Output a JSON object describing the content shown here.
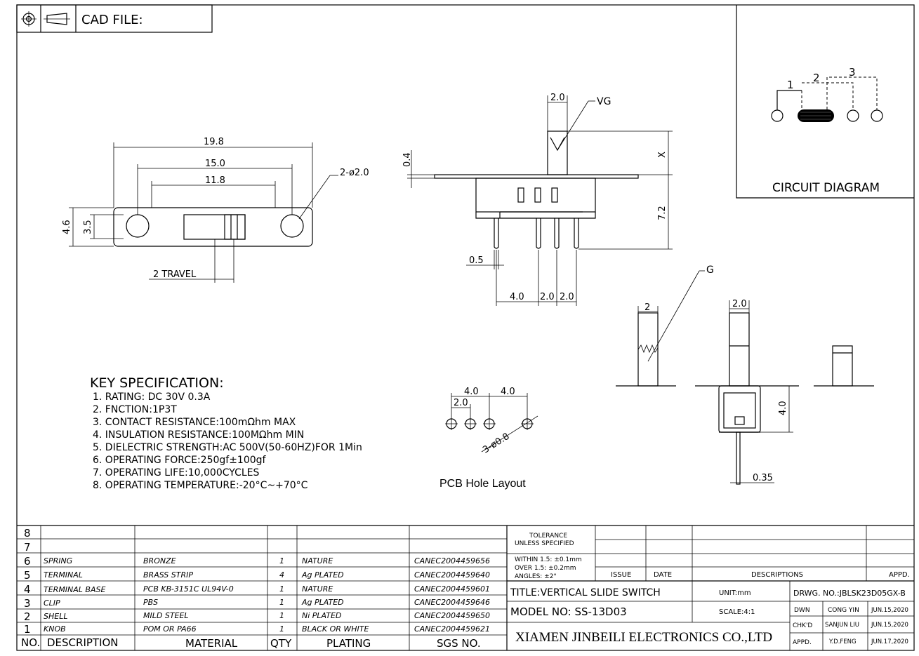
{
  "header": {
    "cad_label": "CAD FILE:"
  },
  "circuit": {
    "title": "CIRCUIT DIAGRAM",
    "pin1": "1",
    "pin2": "2",
    "pin3": "3"
  },
  "top_view": {
    "dim_overall": "19.8",
    "dim_holes": "15.0",
    "dim_slot": "11.8",
    "dim_height": "4.6",
    "dim_inner": "3.5",
    "dim_hole_dia": "2-ø2.0",
    "dim_travel": "2 TRAVEL"
  },
  "front_view": {
    "dim_knob": "2.0",
    "label_vg": "VG",
    "dim_flange": "0.4",
    "dim_x": "X",
    "dim_height": "7.2",
    "dim_pin": "0.5",
    "dim_p1": "4.0",
    "dim_p2": "2.0",
    "dim_p3": "2.0"
  },
  "side_view": {
    "label_g": "G",
    "dim_knob_w": "2",
    "dim_knob_top": "2.0",
    "dim_body": "4.0",
    "dim_pin": "0.35"
  },
  "pcb": {
    "dim_a": "4.0",
    "dim_b": "4.0",
    "dim_c": "2.0",
    "dim_holes": "3-ø0.8",
    "title": "PCB Hole Layout"
  },
  "spec": {
    "title": "KEY SPECIFICATION:",
    "items": [
      "1. RATING: DC 30V   0.3A",
      "2. FNCTION:1P3T",
      "3. CONTACT RESISTANCE:100mΩhm  MAX",
      "4. INSULATION RESISTANCE:100MΩhm  MIN",
      "5. DIELECTRIC STRENGTH:AC 500V(50-60HZ)FOR 1Min",
      "6. OPERATING FORCE:250gf±100gf",
      "7. OPERATING LIFE:10,000CYCLES",
      "8. OPERATING TEMPERATURE:-20°C~+70°C"
    ]
  },
  "bom": {
    "headers": {
      "no": "NO.",
      "desc": "DESCRIPTION",
      "mat": "MATERIAL",
      "qty": "QTY",
      "plating": "PLATING",
      "sgs": "SGS NO."
    },
    "rows": [
      {
        "no": "8",
        "desc": "",
        "mat": "",
        "qty": "",
        "plating": "",
        "sgs": ""
      },
      {
        "no": "7",
        "desc": "",
        "mat": "",
        "qty": "",
        "plating": "",
        "sgs": ""
      },
      {
        "no": "6",
        "desc": "SPRING",
        "mat": "BRONZE",
        "qty": "1",
        "plating": "NATURE",
        "sgs": "CANEC2004459656"
      },
      {
        "no": "5",
        "desc": "TERMINAL",
        "mat": "BRASS STRIP",
        "qty": "4",
        "plating": "Ag PLATED",
        "sgs": "CANEC2004459640"
      },
      {
        "no": "4",
        "desc": "TERMINAL BASE",
        "mat": "PCB KB-3151C UL94V-0",
        "qty": "1",
        "plating": "NATURE",
        "sgs": "CANEC2004459601"
      },
      {
        "no": "3",
        "desc": "CLIP",
        "mat": "PBS",
        "qty": "1",
        "plating": "Ag PLATED",
        "sgs": "CANEC2004459646"
      },
      {
        "no": "2",
        "desc": "SHELL",
        "mat": "MILD STEEL",
        "qty": "1",
        "plating": "Ni PLATED",
        "sgs": "CANEC2004459650"
      },
      {
        "no": "1",
        "desc": "KNOB",
        "mat": "POM OR PA66",
        "qty": "1",
        "plating": "BLACK OR WHITE",
        "sgs": "CANEC2004459621"
      }
    ]
  },
  "title_block": {
    "tolerance_1": "TOLERANCE",
    "tolerance_2": "UNLESS SPECIFIED",
    "within": "WITHIN 1.5: ±0.1mm",
    "over": "OVER 1.5:  ±0.2mm",
    "angles": "ANGLES: ±2°",
    "issue": "ISSUE",
    "date": "DATE",
    "descriptions": "DESCRIPTIONS",
    "appd": "APPD.",
    "title": "TITLE:VERTICAL SLIDE SWITCH",
    "unit": "UNIT:mm",
    "drwg": "DRWG. NO.:JBLSK23D05GX-B",
    "model": "MODEL NO: SS-13D03",
    "scale": "SCALE:4:1",
    "dwn": "DWN",
    "dwn_name": "CONG YIN",
    "dwn_date": "JUN.15,2020",
    "chkd": "CHK'D",
    "chkd_name": "SANJUN LIU",
    "chkd_date": "JUN.15,2020",
    "appd2": "APPD.",
    "appd_name": "Y.D.FENG",
    "appd_date": "JUN.17,2020",
    "company": "XIAMEN JINBEILI ELECTRONICS CO.,LTD"
  }
}
